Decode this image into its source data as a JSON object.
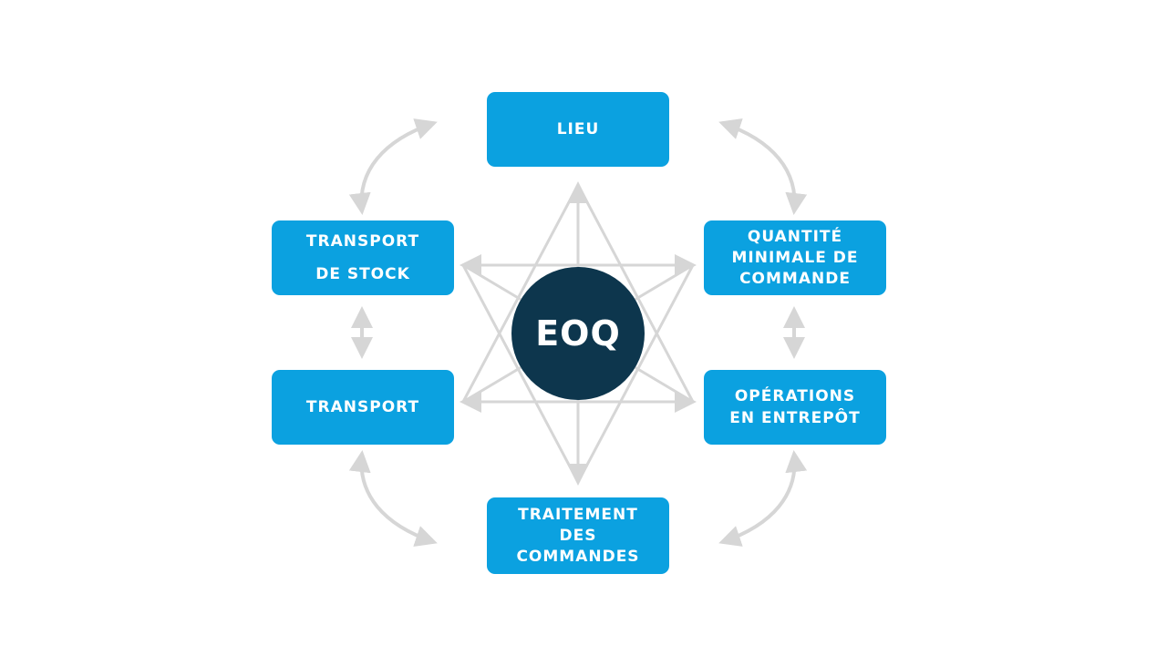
{
  "diagram": {
    "center": {
      "label": "EOQ"
    },
    "nodes": [
      {
        "id": "lieu",
        "label": "LIEU",
        "position": "top"
      },
      {
        "id": "quantite-minimale-de-commande",
        "label": "QUANTITÉ\nMINIMALE DE\nCOMMANDE",
        "position": "top-right"
      },
      {
        "id": "operations-en-entrepot",
        "label": "OPÉRATIONS\nEN ENTREPÔT",
        "position": "bottom-right"
      },
      {
        "id": "traitement-des-commandes",
        "label": "TRAITEMENT\nDES\nCOMMANDES",
        "position": "bottom"
      },
      {
        "id": "transport",
        "label": "TRANSPORT",
        "position": "bottom-left"
      },
      {
        "id": "transport-de-stock",
        "label": "TRANSPORT\nDE STOCK",
        "position": "top-left"
      }
    ],
    "connectors": {
      "center_star": "six-pointed star of lines with outward arrowheads linking EOQ to all six nodes",
      "corner_arcs": "curved double-headed arrows between adjacent outer nodes (top-left, top-right, bottom-left, bottom-right)",
      "side_arrows": "vertical double-headed arrows between stacked left nodes and stacked right nodes"
    },
    "colors": {
      "node_fill": "#0ba1e0",
      "node_text": "#ffffff",
      "center_fill": "#0d364d",
      "center_text": "#ffffff",
      "connector": "#d6d6d6",
      "background": "#ffffff"
    }
  }
}
